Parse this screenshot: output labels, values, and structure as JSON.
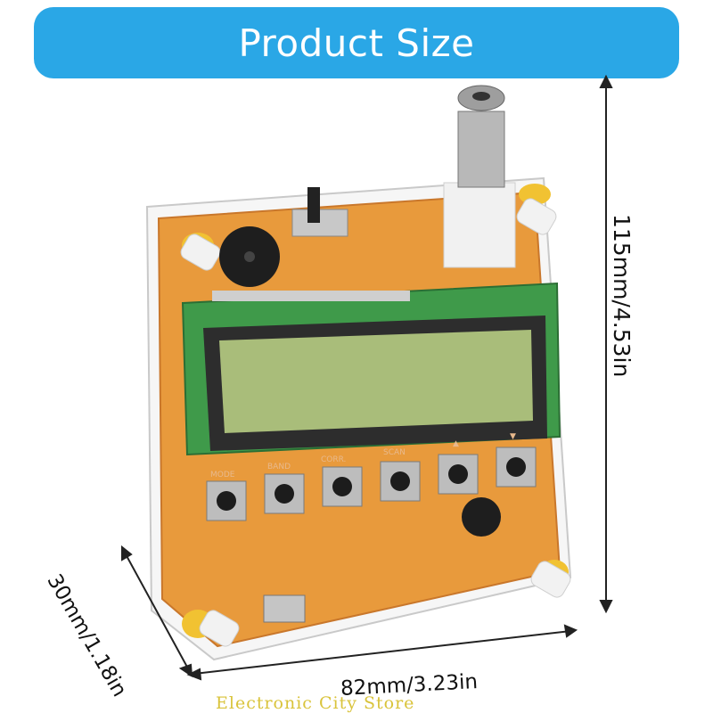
{
  "banner": {
    "title": "Product Size"
  },
  "dimensions": {
    "height": "115mm/4.53in",
    "width": "82mm/3.23in",
    "depth": "30mm/1.18in"
  },
  "watermark": "Electronic City Store",
  "button_labels": [
    "MODE",
    "BAND",
    "CORR.",
    "SCAN",
    "▲",
    "▼"
  ],
  "colors": {
    "banner": "#2aa7e6",
    "pcb": "#e89a3c",
    "lcd": "#a9bd7a",
    "watermark": "#d9c33a"
  }
}
